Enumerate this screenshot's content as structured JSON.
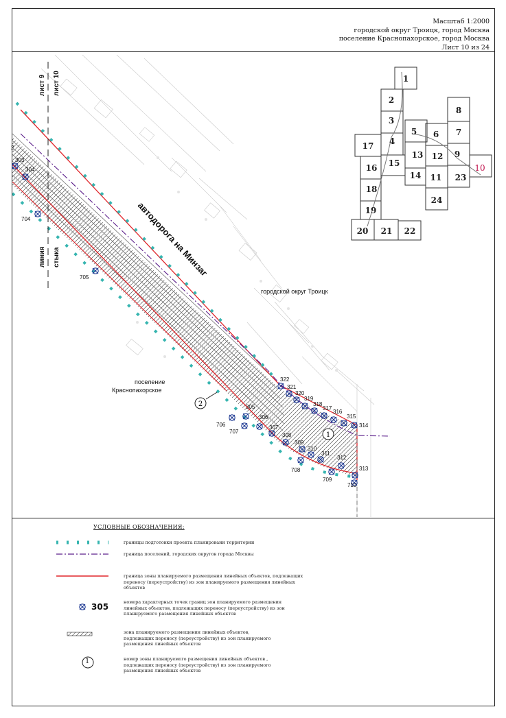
{
  "title_block": {
    "scale": "Масштаб 1:2000",
    "line2": "городской округ Троицк, город Москва",
    "line3": "поселение Краснопахорское, город Москва",
    "sheet": "Лист 10 из 24"
  },
  "map": {
    "road_label": "автодорога на Минзаг",
    "district_troitsk": "городской округ Троицк",
    "settlement_line1": "поселение",
    "settlement_line2": "Краснопахорское",
    "sheet9_label": "лист 9",
    "sheet10_label": "лист 10",
    "joint_line1": "линия",
    "joint_line2": "стыка",
    "zone_markers": [
      "1",
      "2"
    ],
    "points": [
      "2",
      "303",
      "304",
      "704",
      "705",
      "305",
      "306",
      "307",
      "308",
      "309",
      "310",
      "311",
      "312",
      "313",
      "314",
      "315",
      "316",
      "317",
      "318",
      "319",
      "320",
      "321",
      "322",
      "706",
      "707",
      "708",
      "709",
      "710"
    ]
  },
  "index_map": {
    "cells": [
      "1",
      "2",
      "3",
      "4",
      "5",
      "6",
      "7",
      "8",
      "9",
      "10",
      "11",
      "12",
      "13",
      "14",
      "15",
      "16",
      "17",
      "18",
      "19",
      "20",
      "21",
      "22",
      "23",
      "24"
    ],
    "current_sheet": "10",
    "current_color": "#c0114b"
  },
  "legend": {
    "title": "УСЛОВНЫЕ ОБОЗНАЧЕНИЯ:",
    "items": [
      {
        "text": "границы подготовки проекта планировани территории"
      },
      {
        "text": "граница поселений, городских округов города Москвы"
      },
      {
        "text": "граница зоны планируемого размещения линейных объектов, подлежащих переносу (переустройству) из зон планируемого размещения линейных объектов"
      },
      {
        "number": "305",
        "text": "номера характерных точек границ зон планируемого размещения линейных объектов, подлежащих переносу (переустройству) из зон планируемого размещения линейных объектов"
      },
      {
        "text": "зона планируемого размещения линейных объектов, подлежащих переносу (переустройству) из зон планируемого размещения линейных объектов"
      },
      {
        "number": "1",
        "text": "номер зоны планируемого размещения линейных объектов , подлежащих переносу (переустройству) из зон планируемого размещения линейных объектов"
      }
    ]
  },
  "colors": {
    "red": "#e0262b",
    "purple": "#5a1d8a",
    "teal": "#36b5b0",
    "point_blue": "#1f3a93"
  }
}
